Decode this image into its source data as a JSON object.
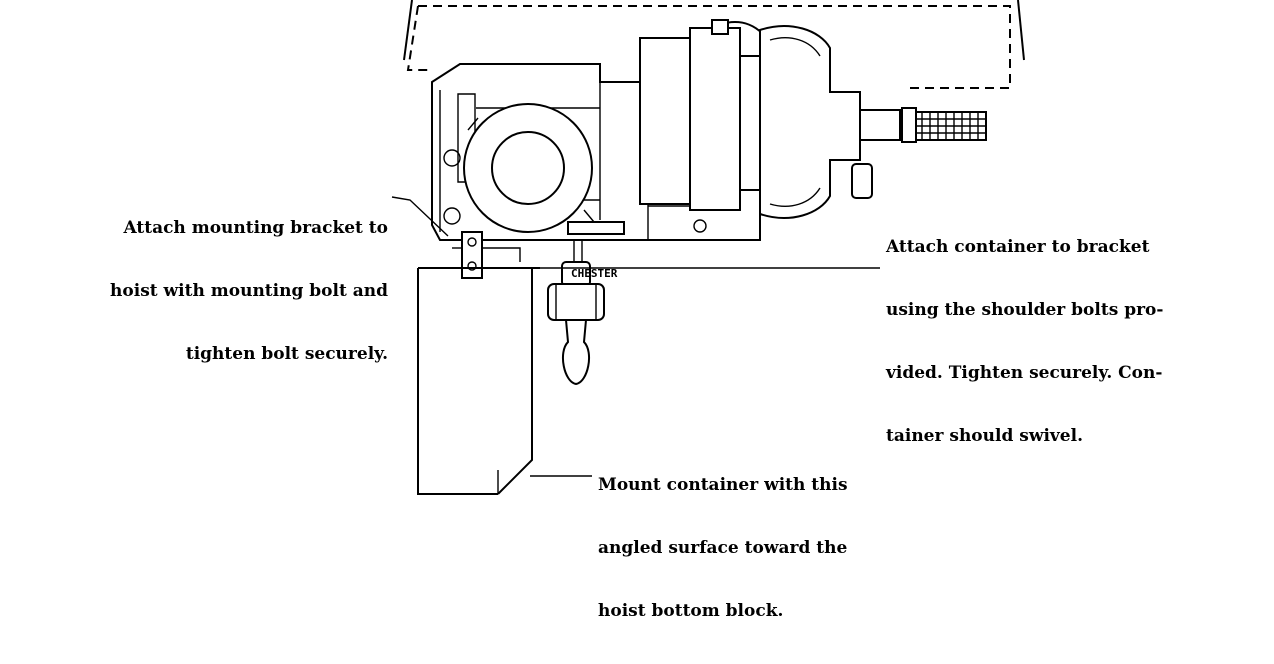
{
  "callouts": {
    "mounting_bracket": {
      "lines": [
        "Attach mounting bracket to",
        "hoist with mounting bolt and",
        "tighten bolt securely."
      ]
    },
    "container_bracket": {
      "lines": [
        "Attach container to bracket",
        "using the shoulder bolts pro-",
        "vided. Tighten securely. Con-",
        "tainer should swivel."
      ]
    },
    "angled_surface": {
      "lines": [
        "Mount container with this",
        "angled surface toward the",
        "hoist bottom block."
      ]
    }
  },
  "hoist": {
    "brand_label": "CHESTER"
  }
}
